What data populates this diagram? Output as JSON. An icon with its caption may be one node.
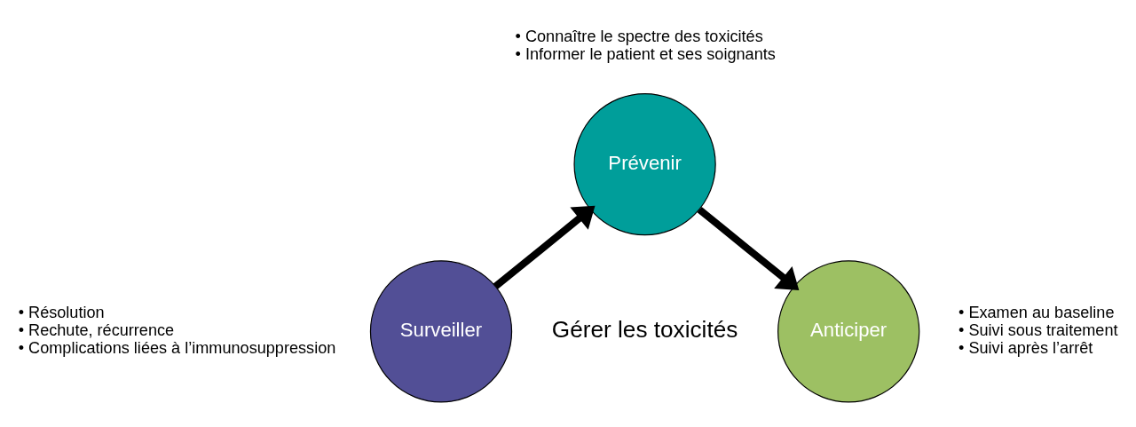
{
  "diagram": {
    "nodes": [
      {
        "text": [
          "Prévenir"
        ],
        "beside": [
          "• Connaître le spectre des toxicités",
          "• Informer le patient et ses soignants"
        ]
      },
      {
        "text": [
          "Anticiper"
        ],
        "beside": [
          "• Examen au baseline",
          "• Suivi sous traitement",
          "• Suivi après l’arrêt"
        ]
      },
      {
        "text": [
          "Surveiller"
        ],
        "beside": [
          "• Résolution",
          "• Rechute, récurrence",
          "• Complications liées à l’immunosuppression"
        ]
      }
    ],
    "edges": [
      {
        "from": 2,
        "to": 0,
        "arrow": "to"
      },
      {
        "from": 0,
        "to": 1,
        "arrow": "to"
      }
    ],
    "labels": [
      "Gérer les toxicités"
    ]
  }
}
